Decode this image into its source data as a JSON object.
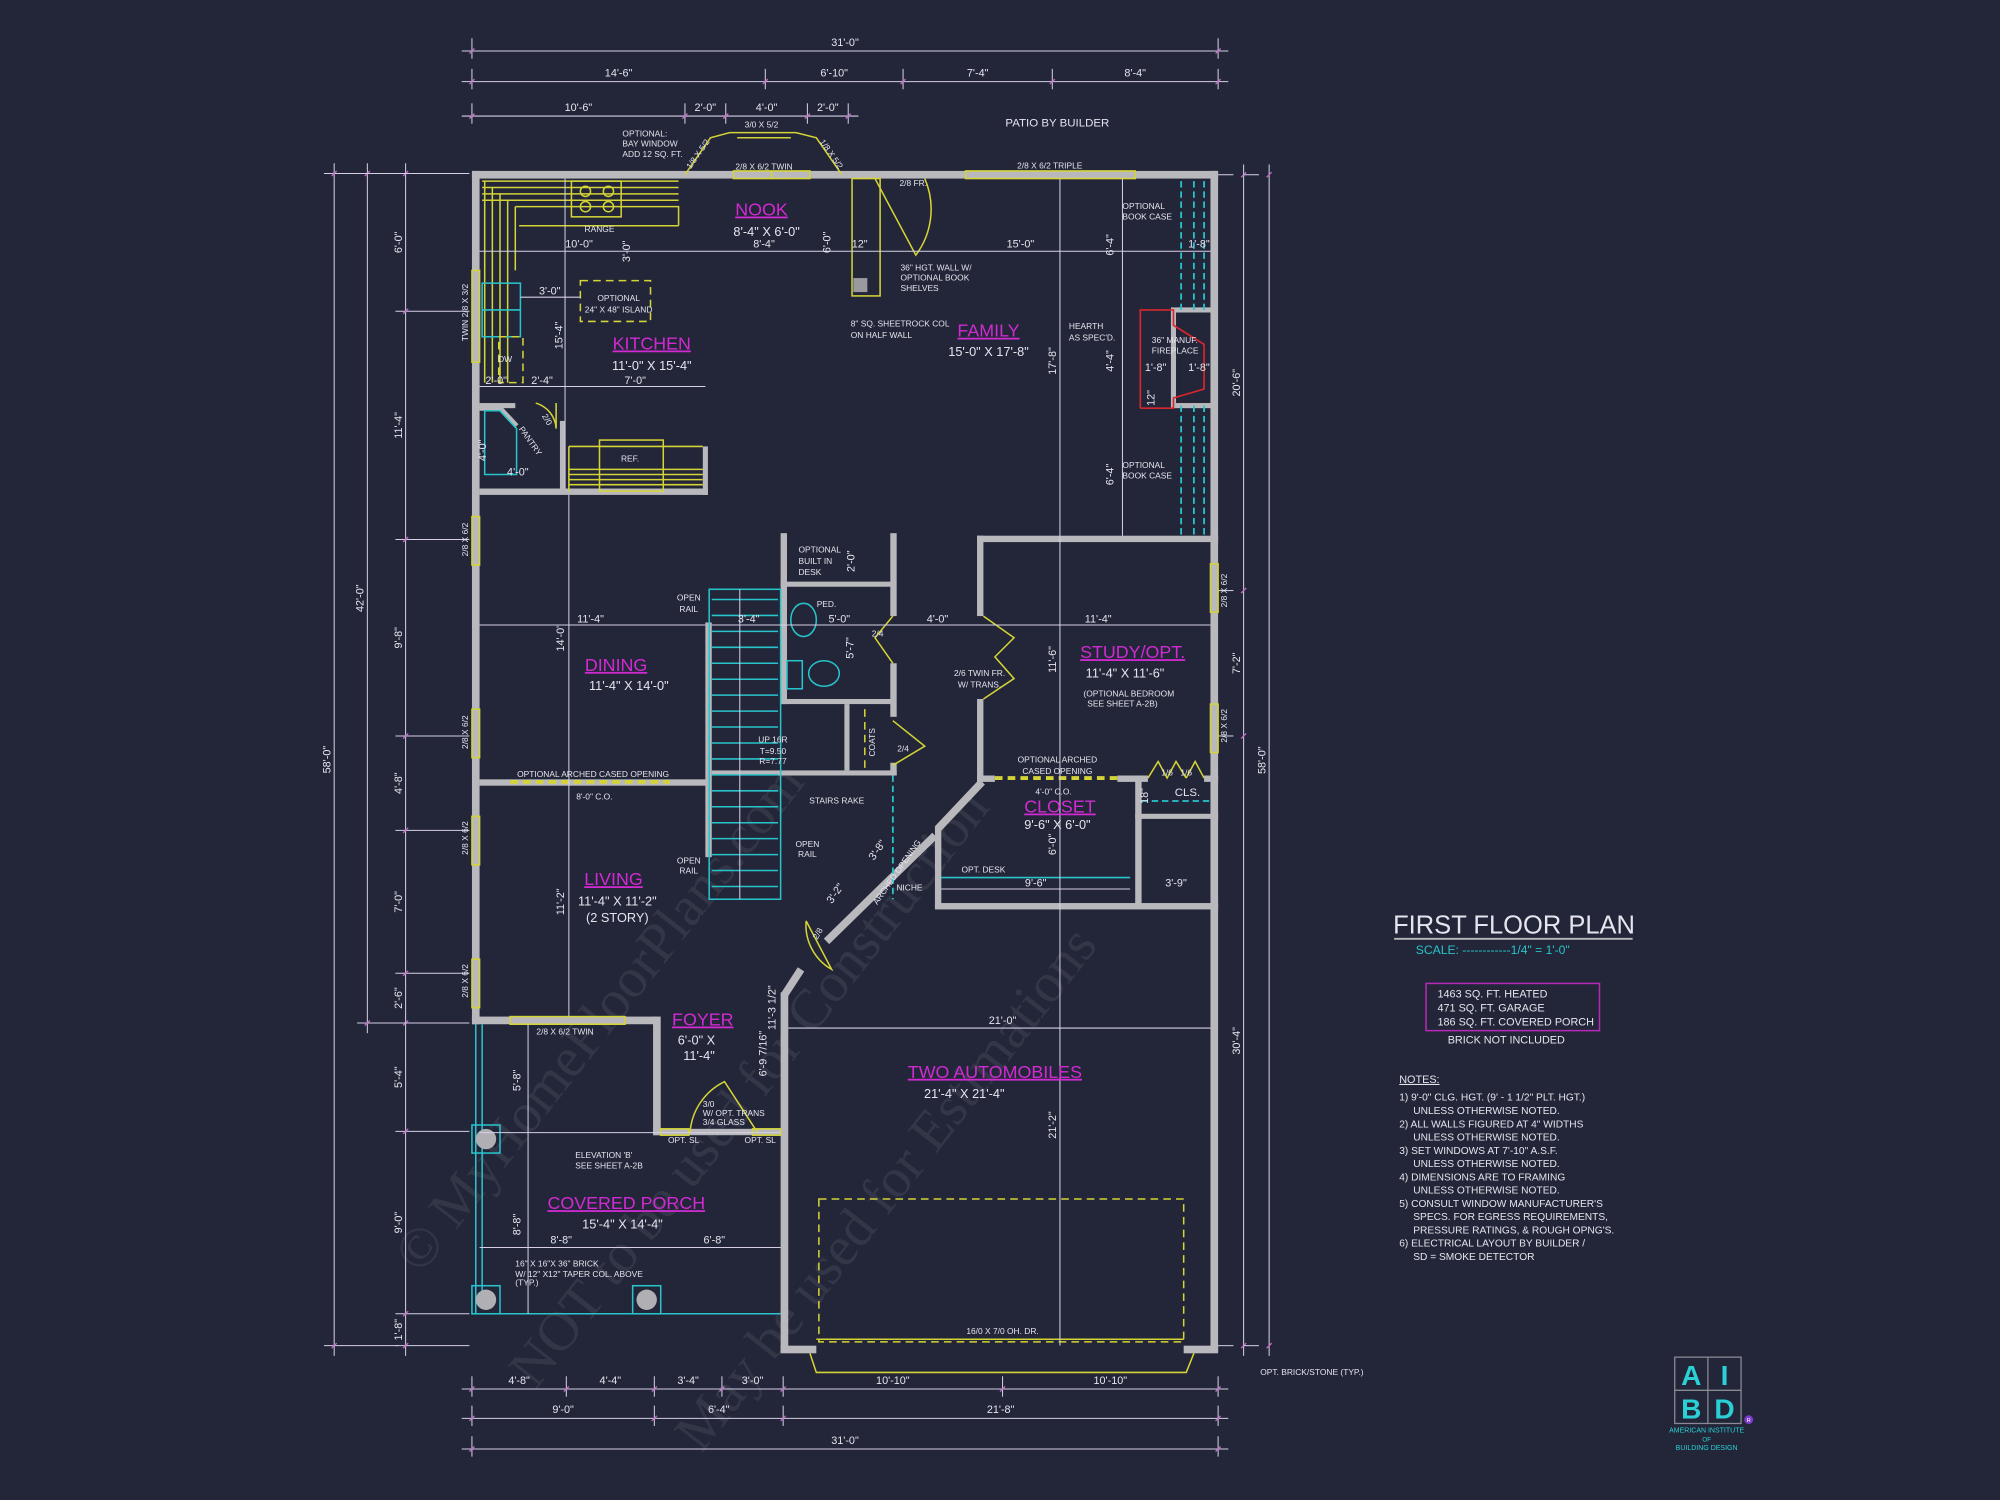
{
  "title": {
    "heading": "FIRST FLOOR PLAN",
    "scale": "SCALE: ------------1/4\" = 1'-0\"",
    "area": [
      "1463 SQ. FT. HEATED",
      "471 SQ. FT. GARAGE",
      "186 SQ. FT. COVERED PORCH"
    ],
    "brick_note": "BRICK NOT INCLUDED"
  },
  "notes": {
    "heading": "NOTES:",
    "lines": [
      "1)  9'-0\"  CLG. HGT. (9' - 1 1/2\" PLT. HGT.)",
      "UNLESS OTHERWISE NOTED.",
      "2)  ALL  WALLS FIGURED AT 4\" WIDTHS",
      "UNLESS OTHERWISE NOTED.",
      "3)  SET WINDOWS AT 7'-10\" A.S.F.",
      "UNLESS OTHERWISE NOTED.",
      "4)  DIMENSIONS ARE TO FRAMING",
      "UNLESS OTHERWISE NOTED.",
      "5)  CONSULT WINDOW MANUFACTURER'S",
      "SPECS. FOR EGRESS REQUIREMENTS,",
      "PRESSURE RATINGS, & ROUGH OPNG'S.",
      "6)  ELECTRICAL LAYOUT BY BUILDER /",
      "SD = SMOKE DETECTOR"
    ]
  },
  "rooms": {
    "nook": {
      "name": "NOOK",
      "size": "8'-4\" X 6'-0\""
    },
    "kitchen": {
      "name": "KITCHEN",
      "size": "11'-0\" X 15'-4\""
    },
    "family": {
      "name": "FAMILY",
      "size": "15'-0\" X 17'-8\""
    },
    "dining": {
      "name": "DINING",
      "size": "11'-4\" X 14'-0\""
    },
    "living": {
      "name": "LIVING",
      "size": "11'-4\" X 11'-2\"",
      "extra": "(2 STORY)"
    },
    "foyer": {
      "name": "FOYER",
      "size": "6'-0\" X",
      "size2": "11'-4\""
    },
    "study": {
      "name": "STUDY/OPT.",
      "size": "11'-4\" X 11'-6\"",
      "extra": "(OPTIONAL BEDROOM",
      "extra2": "SEE SHEET A-2B)"
    },
    "closet": {
      "name": "CLOSET",
      "size": "9'-6\" X 6'-0\""
    },
    "garage": {
      "name": "TWO AUTOMOBILES",
      "size": "21'-4\" X 21'-4\""
    },
    "porch": {
      "name": "COVERED PORCH",
      "size": "15'-4\" X 14'-4\""
    }
  },
  "dims": {
    "top_overall": [
      "31'-0\""
    ],
    "top": [
      "14'-6\"",
      "6'-10\"",
      "7'-4\"",
      "8'-4\""
    ],
    "top2": [
      "10'-6\"",
      "2'-0\"",
      "4'-0\"",
      "2'-0\""
    ],
    "left": [
      "6'-0\"",
      "11'-4\"",
      "9'-8\"",
      "4'-8\"",
      "7'-0\"",
      "2'-6\"",
      "5'-4\"",
      "9'-0\"",
      "1'-8\""
    ],
    "left_mid": [
      "42'-0\""
    ],
    "left_overall": [
      "58'-0\""
    ],
    "right": [
      "20'-6\"",
      "7'-2\"",
      "30'-4\""
    ],
    "right_overall": [
      "58'-0\""
    ],
    "bottom1": [
      "4'-8\"",
      "4'-4\"",
      "3'-4\"",
      "3'-0\"",
      "10'-10\"",
      "10'-10\""
    ],
    "bottom2": [
      "9'-0\"",
      "6'-4\"",
      "21'-8\""
    ],
    "bottom_overall": [
      "31'-0\""
    ],
    "interior": [
      "10'-0\"",
      "3'-0\"",
      "8'-4\"",
      "6'-0\"",
      "12\"",
      "15'-0\"",
      "6'-4\"",
      "1'-8\"",
      "3'-0\"",
      "15'-4\"",
      "2'-0\"",
      "2'-4\"",
      "7'-0\"",
      "4'-0\"",
      "4'-0\"",
      "17'-8\"",
      "4'-4\"",
      "1'-8\"",
      "1'-8\"",
      "12\"",
      "6'-4\"",
      "2'-0\"",
      "11'-4\"",
      "14'-0\"",
      "3'-4\"",
      "5'-0\"",
      "5'-7\"",
      "4'-0\"",
      "11'-4\"",
      "11'-6\"",
      "11'-2\"",
      "3'-8\"",
      "3'-2\"",
      "6'-0\"",
      "9'-6\"",
      "3'-9\"",
      "18\"",
      "11'-3 1/2\"",
      "6'-9 7/16\"",
      "21'-0\"",
      "21'-2\"",
      "5'-8\"",
      "8'-8\"",
      "8'-8\"",
      "6'-8\""
    ]
  },
  "annotations": [
    "PATIO BY BUILDER",
    "OPTIONAL:",
    "BAY WINDOW",
    "ADD 12 SQ. FT.",
    "3/0 X 5/2",
    "1/8 X 5/2",
    "1/8 X 5/2",
    "2/8 X 6/2 TWIN",
    "2/8 X 6/2 TRIPLE",
    "2/8 FR.",
    "RANGE",
    "OPTIONAL",
    "BOOK CASE",
    "36\" HGT. WALL W/",
    "OPTIONAL BOOK",
    "SHELVES",
    "8\" SQ. SHEETROCK COL",
    "ON HALF WALL",
    "OPTIONAL",
    "24\" X 48\" ISLAND",
    "DW",
    "TWIN 2/8 X 3/2",
    "2/0",
    "PANTRY",
    "REF.",
    "HEARTH",
    "AS SPEC'D.",
    "36\" MANUF.",
    "FIREPLACE",
    "OPTIONAL",
    "BOOK CASE",
    "OPTIONAL",
    "BUILT IN",
    "DESK",
    "OPEN",
    "RAIL",
    "PED.",
    "2/4",
    "2/6 TWIN FR.",
    "W/ TRANS.",
    "UP 16R",
    "T=9.50",
    "R=7.77",
    "COATS",
    "2/4",
    "OPTIONAL ARCHED CASED OPENING",
    "8'-0\" C.O.",
    "OPTIONAL ARCHED",
    "CASED OPENING",
    "4'-0\" C.O.",
    "1/6",
    "1/6",
    "CLS.",
    "STAIRS RAKE",
    "OPEN",
    "RAIL",
    "OPEN",
    "RAIL",
    "ARCHED OPENING",
    "NICHE",
    "OPT. DESK",
    "2/8",
    "2/8 X 6/2 TWIN",
    "3/0",
    "W/ OPT. TRANS",
    "3/4 GLASS",
    "OPT. SL",
    "OPT. SL",
    "ELEVATION 'B'",
    "SEE SHEET A-2B",
    "16\" X 16\"X 36\" BRICK",
    "W/ 12\" X12\" TAPER COL. ABOVE",
    "(TYP.)",
    "16/0 X 7/0 OH. DR.",
    "OPT. BRICK/STONE (TYP.)"
  ],
  "windows": [
    "2/8 X 6/2",
    "2/8 X 6/2",
    "2/8 X 6/2",
    "2/8 X 6/2",
    "2/8 X 6/2",
    "2/8 X 6/2"
  ],
  "logo": {
    "letters": [
      "A",
      "I",
      "B",
      "D"
    ],
    "line1": "AMERICAN INSTITUTE",
    "line2": "OF",
    "line3": "BUILDING DESIGN",
    "mark": "R"
  },
  "watermark": [
    "© MyHomeFloorPlans.com",
    "NOT to be used for Construction",
    "May be used for Estimations"
  ],
  "colors": {
    "background": "#222638",
    "walls": "#b9b9bd",
    "room_labels": "#d22ad2",
    "fixtures": "#d4d436",
    "stairs_porch": "#28c4cc",
    "fireplace": "#d8262e",
    "dimensions": "#d6cfe6"
  }
}
